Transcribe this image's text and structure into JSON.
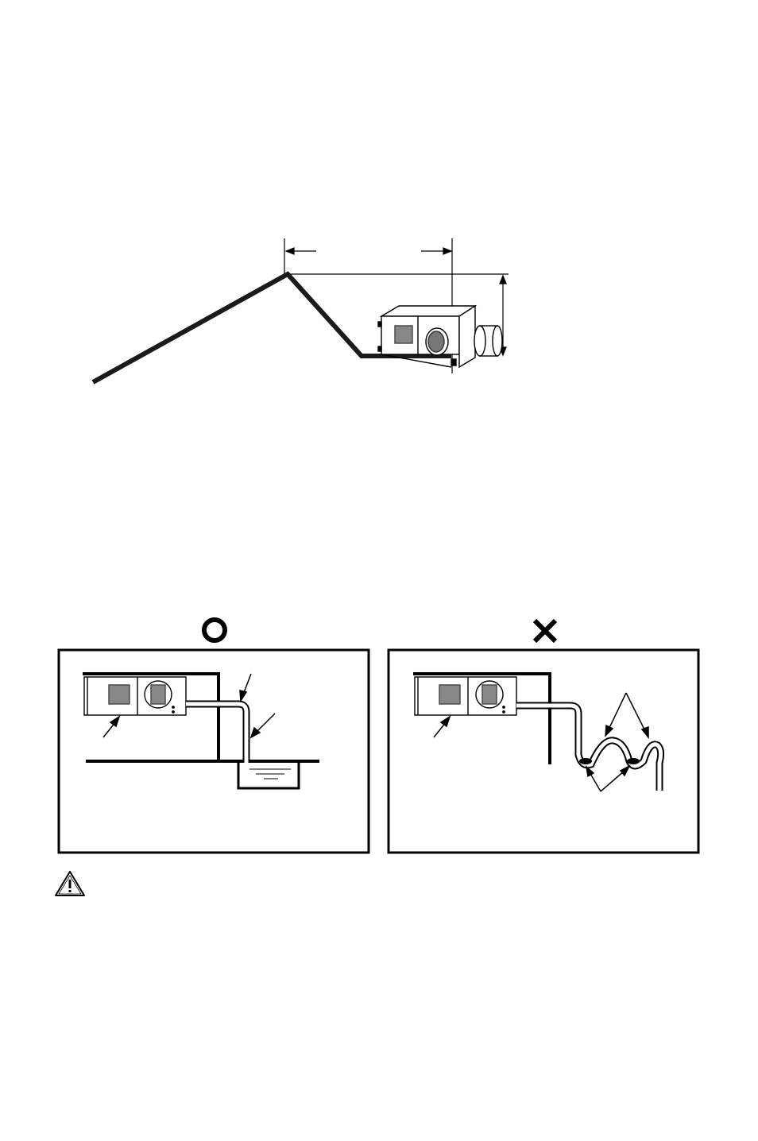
{
  "page": {
    "figures": [
      {
        "id": "ceiling-installation",
        "icons": [
          "ventilation-unit-icon",
          "dimension-arrow-icon"
        ]
      },
      {
        "id": "drain-hose-correct",
        "marker": "circle-mark-icon",
        "icons": [
          "ventilation-unit-icon",
          "drain-hose-icon",
          "drain-pan-icon"
        ]
      },
      {
        "id": "drain-hose-incorrect",
        "marker": "cross-mark-icon",
        "icons": [
          "ventilation-unit-icon",
          "kinked-hose-icon"
        ]
      }
    ],
    "caution": {
      "icon": "warning-triangle-icon"
    }
  }
}
